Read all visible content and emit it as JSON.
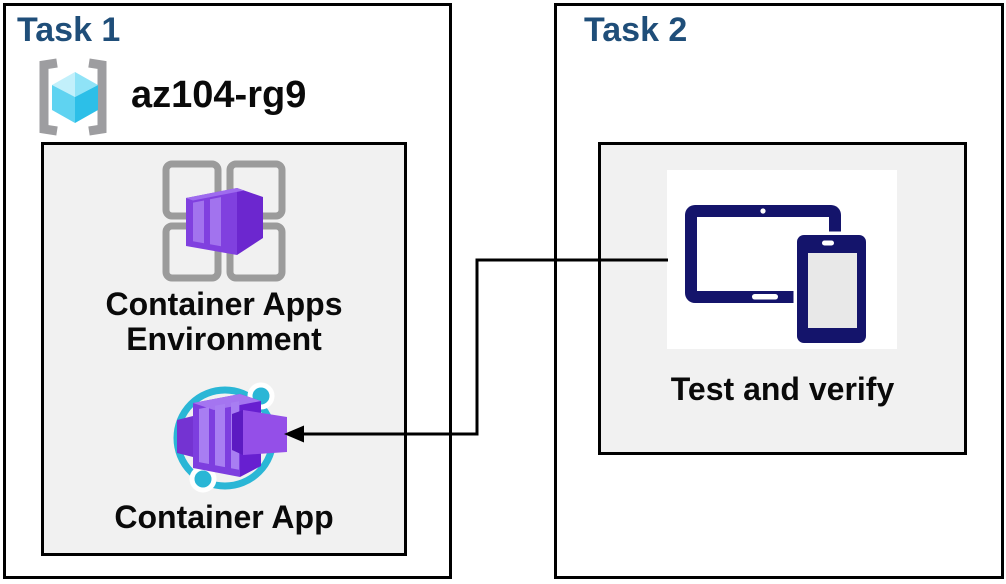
{
  "tasks": [
    {
      "id": "task1",
      "title": "Task 1",
      "resource_group": {
        "name": "az104-rg9",
        "icon": "resource-group-icon"
      },
      "items": [
        {
          "label": "Container Apps Environment",
          "icon": "container-apps-environment-icon"
        },
        {
          "label": "Container App",
          "icon": "container-app-icon"
        }
      ]
    },
    {
      "id": "task2",
      "title": "Task 2",
      "items": [
        {
          "label": "Test and verify",
          "icon": "devices-icon"
        }
      ]
    }
  ],
  "connector": {
    "from": "Test and verify",
    "to": "Container App",
    "shape": "elbow",
    "arrow_direction": "left"
  },
  "colors": {
    "task_title": "#1f4e79",
    "label_text": "#0a0a0a",
    "box_border": "#000000",
    "inner_box_bg": "#f1f1f1",
    "bracket_gray": "#9d9da0",
    "squares_gray": "#9b9b9b",
    "cube_cyan_light": "#c2f0fb",
    "cube_cyan_mid": "#5fd3f1",
    "cube_cyan_dark": "#2cbfe8",
    "container_purple": "#7d3edf",
    "container_purple_dark": "#671fd0",
    "container_purple_light": "#a87ef2",
    "ring_cyan": "#2ab6d6",
    "devices_navy": "#14146b",
    "phone_screen_gray": "#e8e8e8",
    "connector_line": "#000000"
  }
}
